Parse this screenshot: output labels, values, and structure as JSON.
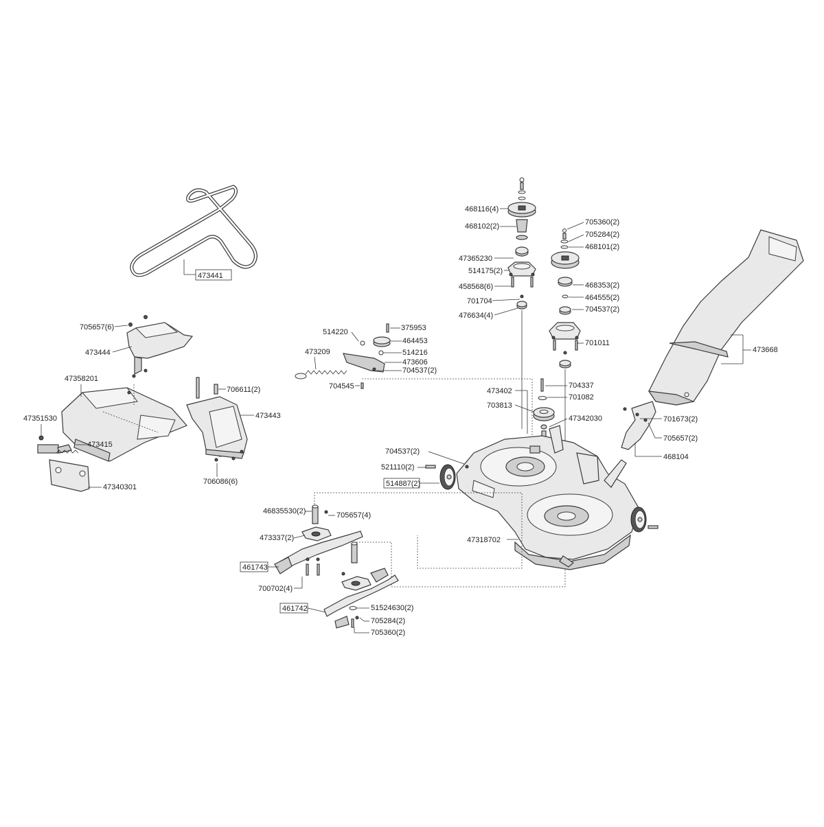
{
  "labels": {
    "belt": "473441",
    "guard_top": "705657(6)",
    "guard_top_cover": "473444",
    "baffle": "47358201",
    "pin": "706611(2)",
    "side_cover": "473443",
    "bracket_small": "47351530",
    "spring_left": "473415",
    "side_cover_screws": "706086(6)",
    "bracket_plate": "47340301",
    "arm_screw": "514220",
    "arm_bolt": "375953",
    "spring_idler": "473209",
    "idler_pulley_small": "464453",
    "washer_idler": "514216",
    "idler_arm": "473606",
    "idler_nut": "704537(2)",
    "arm_nut": "704545",
    "pulley_main": "468116(4)",
    "hub_main": "468102(2)",
    "bearing_a": "47365230",
    "housing_main": "514175(2)",
    "screws_main": "458568(6)",
    "bolt_main": "701704",
    "bearing_main": "476634(4)",
    "bolt_right": "705360(2)",
    "washer_right": "705284(2)",
    "nut_right": "468101(2)",
    "bearing_right": "468353(2)",
    "ring_right": "464555(2)",
    "nut_right2": "704537(2)",
    "bolt_right2": "701011",
    "bolt_idler": "704337",
    "washer_idler2": "701082",
    "bracket_idler": "473402",
    "pulley_idler": "703813",
    "bolt_idler2": "47342030",
    "deck_nut": "704537(2)",
    "wheel_bolt": "521110(2)",
    "wheel": "514887(2)",
    "deck": "47318702",
    "chute": "473668",
    "deflector_bolt": "701673(2)",
    "deflector_screw": "705657(2)",
    "deflector": "468104",
    "shaft": "46835530(2)",
    "shaft_screws": "705657(4)",
    "blade_adapter": "473337(2)",
    "blade_left": "461743",
    "blade_screws": "700702(4)",
    "blade_right": "461742",
    "blade_washer": "51524630(2)",
    "blade_washer2": "705284(2)",
    "blade_bolt": "705360(2)"
  }
}
